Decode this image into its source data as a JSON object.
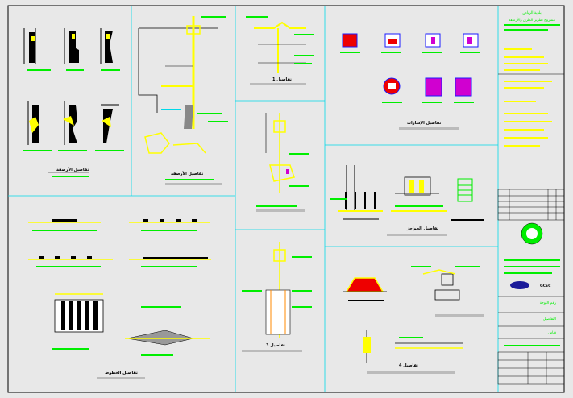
{
  "panels": {
    "p1": {
      "title": "تفاصيل الأرصفة"
    },
    "p2": {
      "title": "تفاصيل الأرصفة"
    },
    "p3": {
      "title": "تفاصيل 1"
    },
    "p4": {
      "title": "تفاصيل 2"
    },
    "p5": {
      "title": "تفاصيل الخطوط"
    },
    "p6": {
      "title": "تفاصيل 3"
    },
    "p7": {
      "title": "تفاصيل الحواجز"
    },
    "p8": {
      "title": "تفاصيل الإشارات"
    },
    "p9": {
      "title": "تفاصيل 4"
    }
  },
  "titleblock": {
    "top1": "بلدية الرياض",
    "top2": "مشروع تطوير الطرق والأرصفة",
    "logo_text": "GCEC",
    "field1": "رقم اللوحة",
    "field2": "التفاصيل",
    "field3": "قياس"
  },
  "colors": {
    "yellow": "#ffff00",
    "green": "#00ee00",
    "cyan": "#00d8e8",
    "magenta": "#d000d0",
    "red": "#ee0000"
  }
}
